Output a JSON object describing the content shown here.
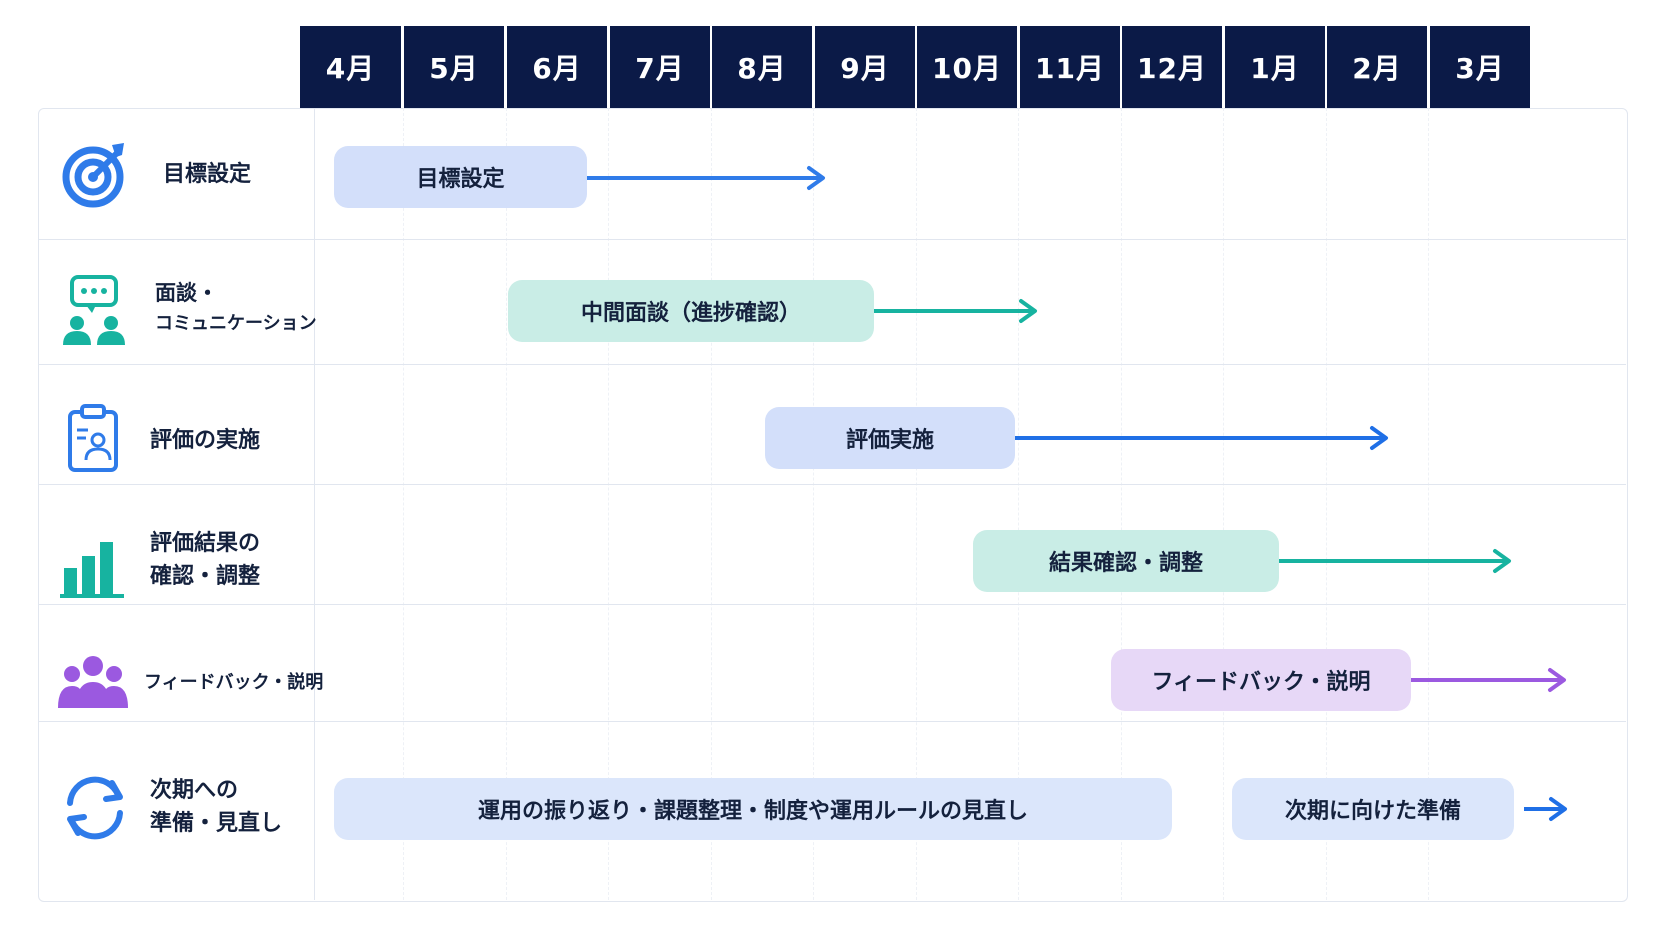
{
  "months": [
    "4月",
    "5月",
    "6月",
    "7月",
    "8月",
    "9月",
    "10月",
    "11月",
    "12月",
    "1月",
    "2月",
    "3月"
  ],
  "colors": {
    "header_bg": "#0b1a47",
    "blue": "#2f7be9",
    "teal": "#17b3a0",
    "purple": "#9b59e0",
    "bar_blue": "#d3dffa",
    "bar_teal": "#c9ede6",
    "bar_purple": "#e7d8f7"
  },
  "rows": [
    {
      "icon": "target-icon",
      "label_lines": [
        "目標設定"
      ],
      "bars": [
        {
          "label": "目標設定",
          "color": "blue"
        }
      ]
    },
    {
      "icon": "chat-people-icon",
      "label_lines": [
        "面談・",
        "コミュニケーション"
      ],
      "bars": [
        {
          "label": "中間面談（進捗確認）",
          "color": "teal"
        }
      ]
    },
    {
      "icon": "clipboard-person-icon",
      "label_lines": [
        "評価の実施"
      ],
      "bars": [
        {
          "label": "評価実施",
          "color": "blue"
        }
      ]
    },
    {
      "icon": "bar-chart-icon",
      "label_lines": [
        "評価結果の",
        "確認・調整"
      ],
      "bars": [
        {
          "label": "結果確認・調整",
          "color": "teal"
        }
      ]
    },
    {
      "icon": "group-people-icon",
      "label_lines": [
        "フィードバック・説明"
      ],
      "bars": [
        {
          "label": "フィードバック・説明",
          "color": "purple"
        }
      ]
    },
    {
      "icon": "refresh-cycle-icon",
      "label_lines": [
        "次期への",
        "準備・見直し"
      ],
      "bars": [
        {
          "label": "運用の振り返り・課題整理・制度や運用ルールの見直し",
          "color": "lblue"
        },
        {
          "label": "次期に向けた準備",
          "color": "lblue"
        }
      ]
    }
  ]
}
